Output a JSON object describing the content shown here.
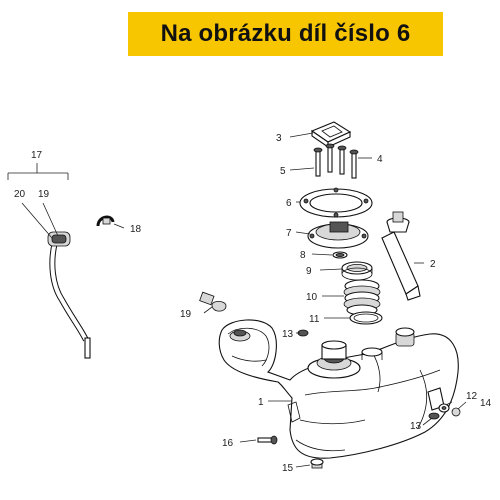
{
  "banner": {
    "text": "Na obrázku díl číslo 6",
    "color": "#f7c600"
  },
  "callouts": {
    "n1": "1",
    "n2": "2",
    "n3": "3",
    "n4": "4",
    "n5": "5",
    "n6": "6",
    "n7": "7",
    "n8": "8",
    "n9": "9",
    "n10": "10",
    "n11": "11",
    "n12": "12",
    "n13a": "13",
    "n13b": "13",
    "n14": "14",
    "n15": "15",
    "n16": "16",
    "n17": "17",
    "n18": "18",
    "n19a": "19",
    "n19b": "19",
    "n20": "20"
  }
}
